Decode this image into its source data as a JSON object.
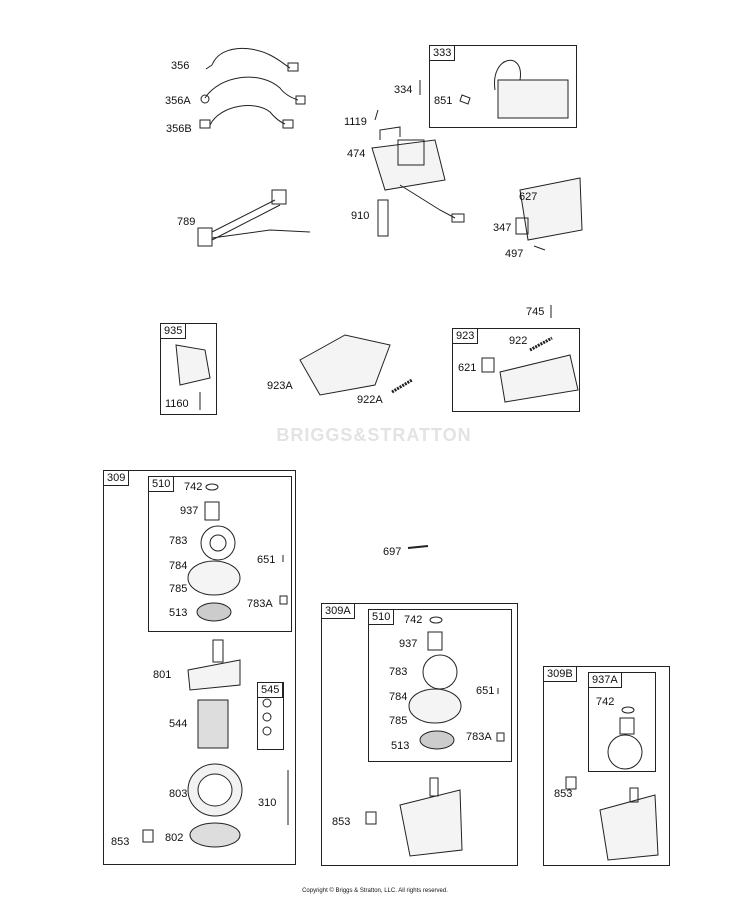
{
  "watermark": "BRIGGS&STRATTON",
  "copyright": "Copyright © Briggs & Stratton, LLC. All rights reserved.",
  "groups": {
    "g333": "333",
    "g935": "935",
    "g923": "923",
    "g309": "309",
    "g510": "510",
    "g545": "545",
    "g309A": "309A",
    "g510A": "510",
    "g309B": "309B",
    "g937A": "937A"
  },
  "parts": {
    "p356": "356",
    "p356A": "356A",
    "p356B": "356B",
    "p789": "789",
    "p334": "334",
    "p851": "851",
    "p1119": "1119",
    "p474": "474",
    "p910": "910",
    "p627": "627",
    "p347": "347",
    "p497": "497",
    "p745": "745",
    "p1160": "1160",
    "p923A": "923A",
    "p922A": "922A",
    "p922": "922",
    "p621": "621",
    "p742": "742",
    "p937": "937",
    "p783": "783",
    "p784": "784",
    "p785": "785",
    "p513": "513",
    "p651": "651",
    "p783A": "783A",
    "p801": "801",
    "p544": "544",
    "p803": "803",
    "p310": "310",
    "p853": "853",
    "p802": "802",
    "p697": "697",
    "a742": "742",
    "a937": "937",
    "a783": "783",
    "a784": "784",
    "a785": "785",
    "a513": "513",
    "a651": "651",
    "a783A": "783A",
    "a853": "853",
    "b742": "742",
    "b853": "853"
  }
}
